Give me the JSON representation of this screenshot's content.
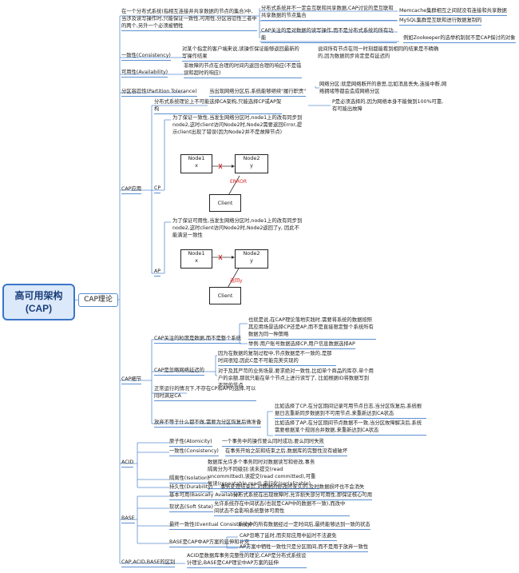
{
  "root": {
    "line1": "高可用架构",
    "line2": "(CAP)"
  },
  "l1": "CAP理论",
  "intro": {
    "main": "在一个分布式系统(指相互连接并共享数据的节点的集合)中,当涉及读写操作时,只能保证一致性,可用性,分区容忍性三者中的两个,另外一个必须被牺牲",
    "c1": "分布式系统并不一定会互联和共享数据,CAP讨论的是互联和共享数据的节点集合",
    "c1a": "Memcache集群相互之间就没有连接和共享数据",
    "c1b": "MySQL集群是互联和进行数据复制的",
    "c2": "CAP关注的是对数据的读写操作,而不是分布式系统的所有功能",
    "c2a": "例如Zookeeper的选举机制就不是CAP探讨的对象"
  },
  "consistency": {
    "label": "一致性(Consistency)",
    "desc": "对某个指定的客户端来说,读操作保证能够返回最新的写操作结果",
    "note": "说间所有节点在同一时刻都能看到相同的结果是不精确的,因为数据同步肯定是有延迟的"
  },
  "availability": {
    "label": "可用性(Availability)",
    "desc": "非故障的节点在合理的时间内返回合理的响应(不是错误和超时的响应)"
  },
  "partition": {
    "label": "分区容忍性(Partition Tolerance)",
    "desc": "当出现网络分区后,系统能够继续\"履行职责\"",
    "note": "网络分区:就是网络断开的意思,比如消息丢失,连接中断,网络拥堵等都会造成网络分区"
  },
  "cap_app": {
    "label": "CAP应用",
    "desc": "分布式系统理论上不可能选择CA架构,只能选择CP或AP架构",
    "note": "P是必须选择的,因为网络本身不能做到100%可靠,有可能出故障",
    "cp": {
      "label": "CP",
      "desc": "为了保证一致性,当发生网络分区时,node1上的改有同步到node2,这时client访问Node2时,Node2需要返回Error,提示client出现了错误(因为Node2并不是故障节点)",
      "node1": "Node1",
      "node2": "Node2",
      "v1": "x",
      "v2": "y",
      "client": "Client",
      "error": "ERROR"
    },
    "ap": {
      "label": "AP",
      "desc": "为了保证可用性,当发生网络分区时,node1上的改有同步到node2,这时client访问Node2时,Node2返回了y, 因此不能满足一致性",
      "node1": "Node1",
      "node2": "Node2",
      "v1": "x",
      "v2": "y",
      "client": "Client",
      "ret": "返回y"
    }
  },
  "cap_detail": {
    "label": "CAP细节",
    "g1": "CAP关注的粒度是数据,而不是整个系统",
    "g1a": "也就是说,在CAP理论落地实践时,需要将系统的数据按照其应用场景选择CP还是AP,而不是直接限定整个系统所有数据为同一种策略",
    "g1b": "举例:用户账号数据选择CP,用户信息数据选择AP",
    "g2": "CAP是忽略网络延迟的",
    "g2a": "因为在数据的复制过程中,节点数据是不一致的,是那时间很短,因此C是不可能完美实现的",
    "g2b": "对于及其严苛的业务场景,要求绝对一致性,比如单个商品的库存,单个用户的余额,那就只能在单个节点上进行读写了, 比如根据ID将数据写到不同的节点",
    "g3": "正常运行的情况下,不存在CP和AP的选择,可以同时满足CA",
    "g4": "放弃不等于什么都不做,需要为分区恢复后做准备",
    "g4a": "比如选择了CP,在分区期间记录可用节点日志,当分区恢复后,系统根据日志重新同步数据到不可用节点,来重新达到CA状态",
    "g4b": "比如选择了AP,在分区期间节点数据不一致,当分区故障解决后,系统需要根据某个规则合并数据,来重新达到CA状态"
  },
  "acid": {
    "label": "ACID",
    "a": "原子性(Atomicity)",
    "a_d": "一个事务中的操作要么同时成功,要么同时失败",
    "c": "一致性(Consistency)",
    "c_d": "在事务开始之前和结束之后,数据库的完整性没有被破坏",
    "i": "隔离性(Isolation)",
    "i_d": "数据库允许多个事务同时对数据读写和修改,事务隔离分为不同级别:读未提交(read uncommitted),读提交(read committed),可重复读(repeatable read),串行化(serializable)",
    "d": "持久性(Durability)",
    "d_d": "事务处理结束后,对数据的修改时永久的,及时数据损坏也不会消失"
  },
  "base": {
    "label": "BASE",
    "ba": "基本可用(Basically Available)",
    "ba_d": "分布式系统在出现故障时,允许损失部分可用性,即保证核心可用",
    "s": "软状态(Soft State)",
    "s_d": "允许系统存在中间状态(也就是CAP中的数据不一致),而改中间状态不会影响系统整体可用性",
    "e": "最终一致性(Eventual Consistency)",
    "e_d": "系统中的所有数据经过一定时间后,最终能够达到一致的状态",
    "x": "BASE是CAP中AP方案的延伸和补充",
    "x1": "CAP忽略了延时,而实际应用中延时不法避免",
    "x2": "AP方案中牺牲一致性只是分区期间,而不是用于放弃一致性"
  },
  "diff": {
    "label": "CAP,ACID,BASE的区别",
    "desc": "ACID是数据库事务完整性的理论,CAP是分布式系统设计理论,BASE是CAP理论中AP方案的延伸"
  }
}
